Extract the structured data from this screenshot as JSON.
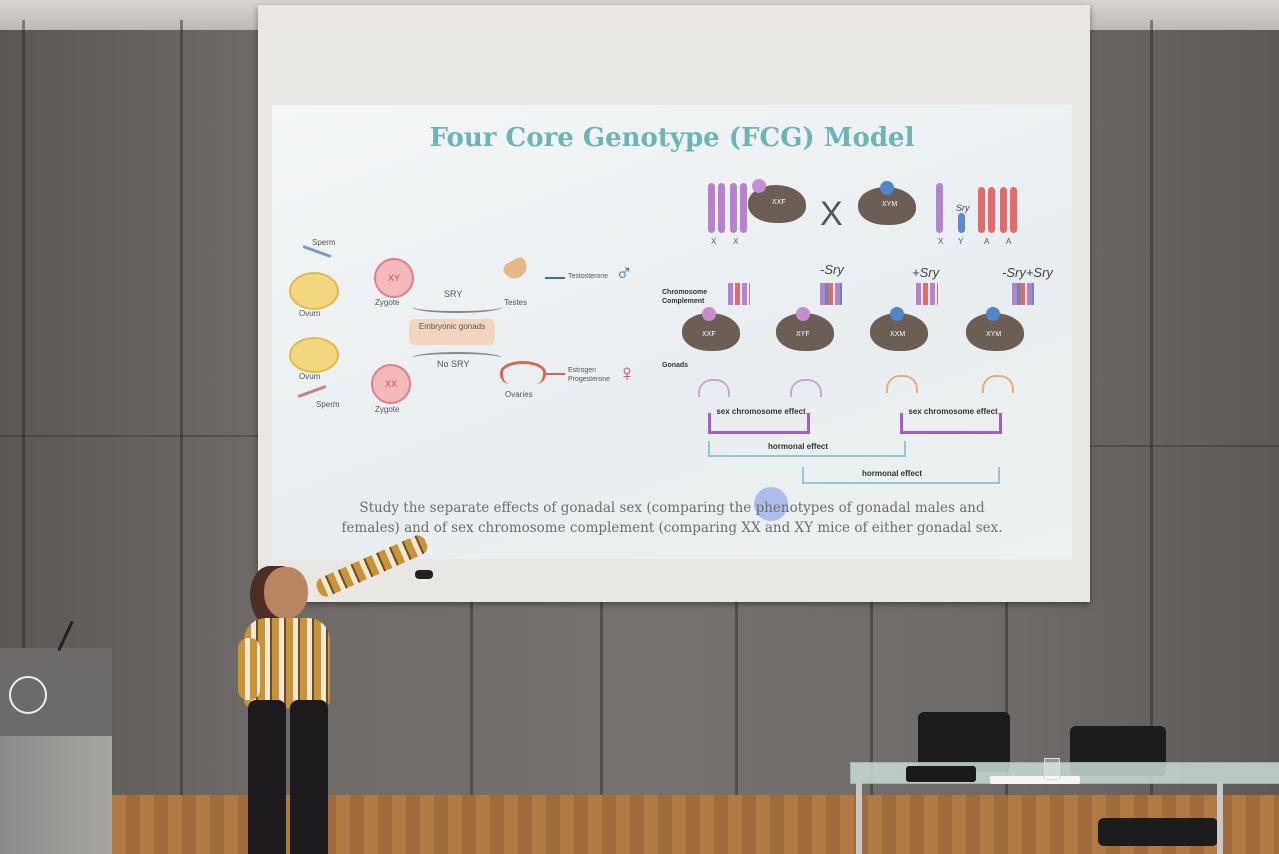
{
  "slide": {
    "title": "Four Core Genotype (FCG) Model",
    "caption_line1": "Study the separate effects of gonadal sex (comparing the phenotypes of gonadal males and",
    "caption_line2": "females) and of sex chromosome complement (comparing XX and XY mice of either gonadal sex.",
    "left_diagram": {
      "sperm_top": "Sperm",
      "ovum_top": "Ovum",
      "zygote_top_cell": "XY",
      "zygote_top": "Zygote",
      "sry": "SRY",
      "testes": "Testes",
      "testosterone": "Testosterone",
      "male_symbol": "♂",
      "embryonic_gonads": "Embryonic gonads",
      "no_sry": "No SRY",
      "ovum_bottom": "Ovum",
      "sperm_bottom": "Sperm",
      "zygote_bottom_cell": "XX",
      "zygote_bottom": "Zygote",
      "ovaries": "Ovaries",
      "estrogen": "Estrogen",
      "progesterone": "Progesterone",
      "female_symbol": "♀"
    },
    "right_diagram": {
      "cross_symbol": "X",
      "parent_female": "XXF",
      "parent_male": "XYM",
      "parent_female_chroms": [
        "X",
        "X"
      ],
      "parent_male_chroms": [
        "X",
        "Y",
        "A",
        "A"
      ],
      "sry_label": "Sry",
      "chromosome_complement": "Chromosome Complement",
      "gonads": "Gonads",
      "minus_sry": "-Sry",
      "plus_sry": "+Sry",
      "minus_plus_sry": "-Sry+Sry",
      "offspring": [
        "XXF",
        "XYF",
        "XXM",
        "XYM"
      ],
      "sex_chromosome_effect": "sex chromosome effect",
      "hormonal_effect": "hormonal effect"
    },
    "colors": {
      "title": "#6bb5b4",
      "chromosome_x": "#b681cf",
      "chromosome_a": "#e46a6a",
      "chromosome_y": "#5a8ad0",
      "purple_arrow": "#a55ad0",
      "blue_arrow": "#93c7d6"
    }
  }
}
